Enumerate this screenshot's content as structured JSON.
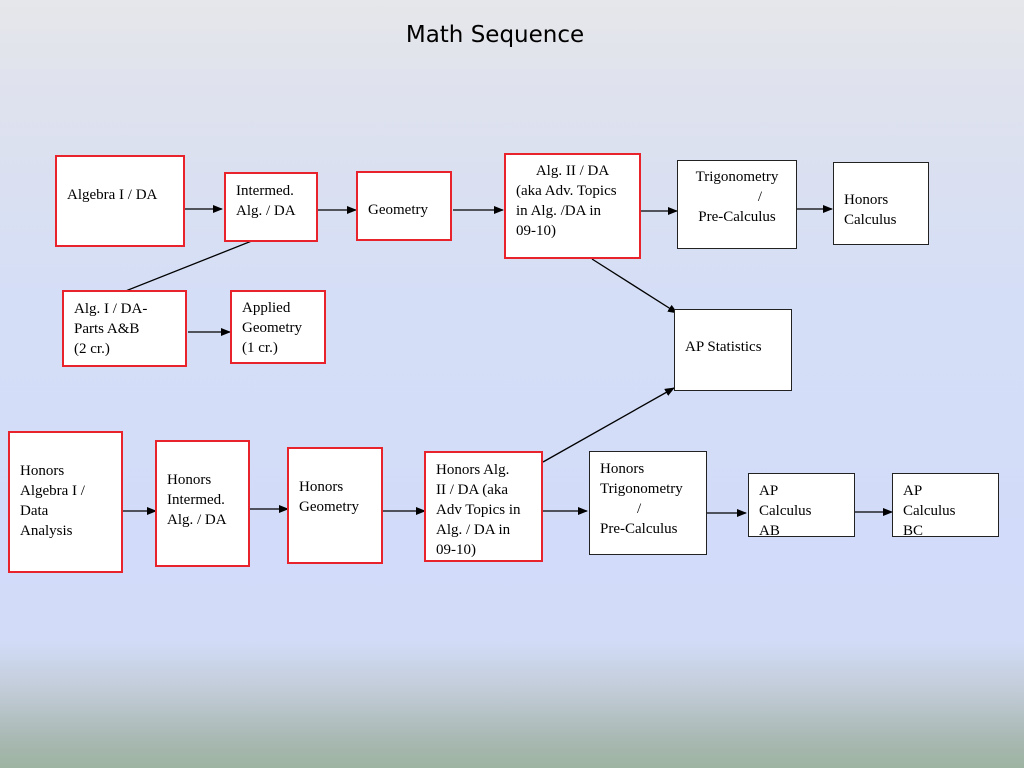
{
  "title": "Math Sequence",
  "colors": {
    "required_border": "#e8232b",
    "elective_border": "#222222"
  },
  "nodes": {
    "algebra1": "Algebra I / DA",
    "intermed": [
      "Intermed.",
      "Alg. / DA"
    ],
    "geometry": "Geometry",
    "alg2": [
      "Alg. II / DA",
      "(aka Adv. Topics",
      "in Alg. /DA in",
      "09-10)"
    ],
    "trig": [
      "Trigonometry",
      "/",
      "Pre-Calculus"
    ],
    "hon_calc": [
      "Honors",
      "Calculus"
    ],
    "alg1_parts": [
      "Alg. I / DA-",
      "Parts A&B",
      "(2 cr.)"
    ],
    "applied_geo": [
      "Applied",
      "Geometry",
      "(1 cr.)"
    ],
    "ap_stats": "AP Statistics",
    "hon_alg1": [
      "Honors",
      "Algebra I /",
      "Data",
      "Analysis"
    ],
    "hon_intermed": [
      "Honors",
      "Intermed.",
      "Alg. / DA"
    ],
    "hon_geo": [
      "Honors",
      "Geometry"
    ],
    "hon_alg2": [
      "Honors Alg.",
      "II / DA (aka",
      "Adv Topics in",
      "Alg. / DA in",
      "09-10)"
    ],
    "hon_trig": [
      "Honors",
      "Trigonometry",
      "/",
      "Pre-Calculus"
    ],
    "ap_calc_ab": [
      "AP",
      "Calculus",
      "AB"
    ],
    "ap_calc_bc": [
      "AP",
      "Calculus",
      "BC"
    ]
  }
}
